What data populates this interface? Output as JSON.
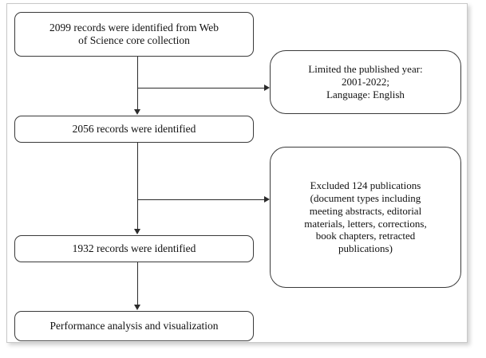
{
  "figure": {
    "type": "flowchart",
    "orientation": "top-to-bottom",
    "colors": {
      "box_border": "#3a3a3a",
      "connector": "#2b2b2b",
      "background": "#ffffff",
      "frame_border": "#c8c8c8",
      "text": "#111111"
    }
  },
  "nodes": {
    "identification": {
      "label": "2099 records were identified from Web\nof Science core collection",
      "kind": "process"
    },
    "filter_criteria": {
      "label": "Limited the published year:\n2001-2022;\nLanguage: English",
      "kind": "annotation"
    },
    "after_filter": {
      "label": "2056 records were identified",
      "kind": "process"
    },
    "exclusion_criteria": {
      "label": "Excluded 124 publications\n(document types including\nmeeting abstracts, editorial\nmaterials, letters, corrections,\nbook chapters, retracted\npublications)",
      "kind": "annotation"
    },
    "after_exclusion": {
      "label": "1932 records were identified",
      "kind": "process"
    },
    "final_step": {
      "label": "Performance analysis and visualization",
      "kind": "process"
    }
  },
  "counts": {
    "initial_records": 2099,
    "after_year_language_filter": 2056,
    "excluded_publications": 124,
    "final_records": 1932
  },
  "edges": [
    {
      "name": "identification-to-after-filter",
      "from": "identification",
      "to": "after_filter",
      "direction": "down"
    },
    {
      "name": "identification-to-filter-criteria",
      "from": "identification",
      "to": "filter_criteria",
      "direction": "right"
    },
    {
      "name": "after-filter-to-after-exclusion",
      "from": "after_filter",
      "to": "after_exclusion",
      "direction": "down"
    },
    {
      "name": "after-filter-to-exclusion-criteria",
      "from": "after_filter",
      "to": "exclusion_criteria",
      "direction": "right"
    },
    {
      "name": "after-exclusion-to-final-step",
      "from": "after_exclusion",
      "to": "final_step",
      "direction": "down"
    }
  ]
}
